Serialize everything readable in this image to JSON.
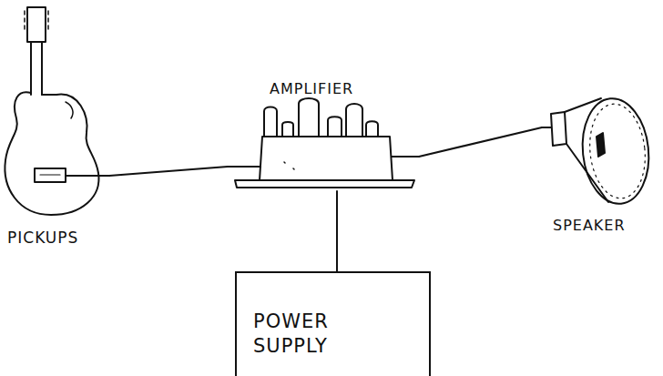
{
  "diagram": {
    "nodes": [
      {
        "text": [
          "PICKUPS"
        ]
      },
      {
        "text": [
          "AMPLIFIER"
        ]
      },
      {
        "text": [
          "SPEAKER"
        ]
      },
      {
        "text": [
          "POWER SUPPLY"
        ]
      }
    ],
    "edges": [
      {
        "from": 0,
        "to": 1,
        "arrow": "none"
      },
      {
        "from": 1,
        "to": 2,
        "arrow": "none"
      },
      {
        "from": 1,
        "to": 3,
        "arrow": "none"
      }
    ]
  }
}
